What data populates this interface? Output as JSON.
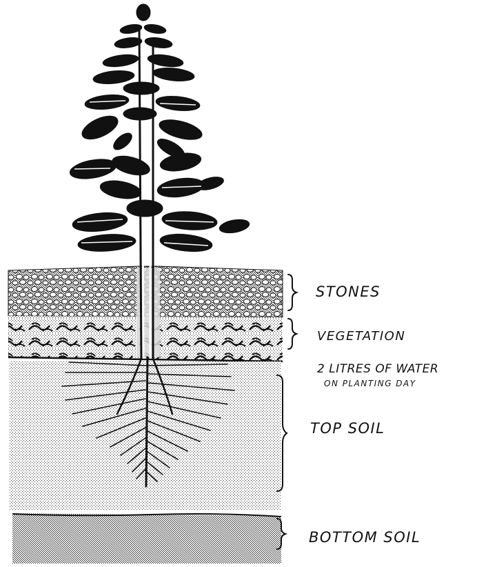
{
  "layers": [
    {
      "id": "stones",
      "label": "STONES"
    },
    {
      "id": "vegetation",
      "label": "VEGETATION"
    },
    {
      "id": "water",
      "label_line1": "2 LITRES OF WATER",
      "label_line2": "ON PLANTING DAY"
    },
    {
      "id": "top_soil",
      "label": "TOP SOIL"
    },
    {
      "id": "bottom_soil",
      "label": "BOTTOM SOIL"
    }
  ],
  "colors": {
    "ink": "#111111",
    "background": "#ffffff"
  }
}
